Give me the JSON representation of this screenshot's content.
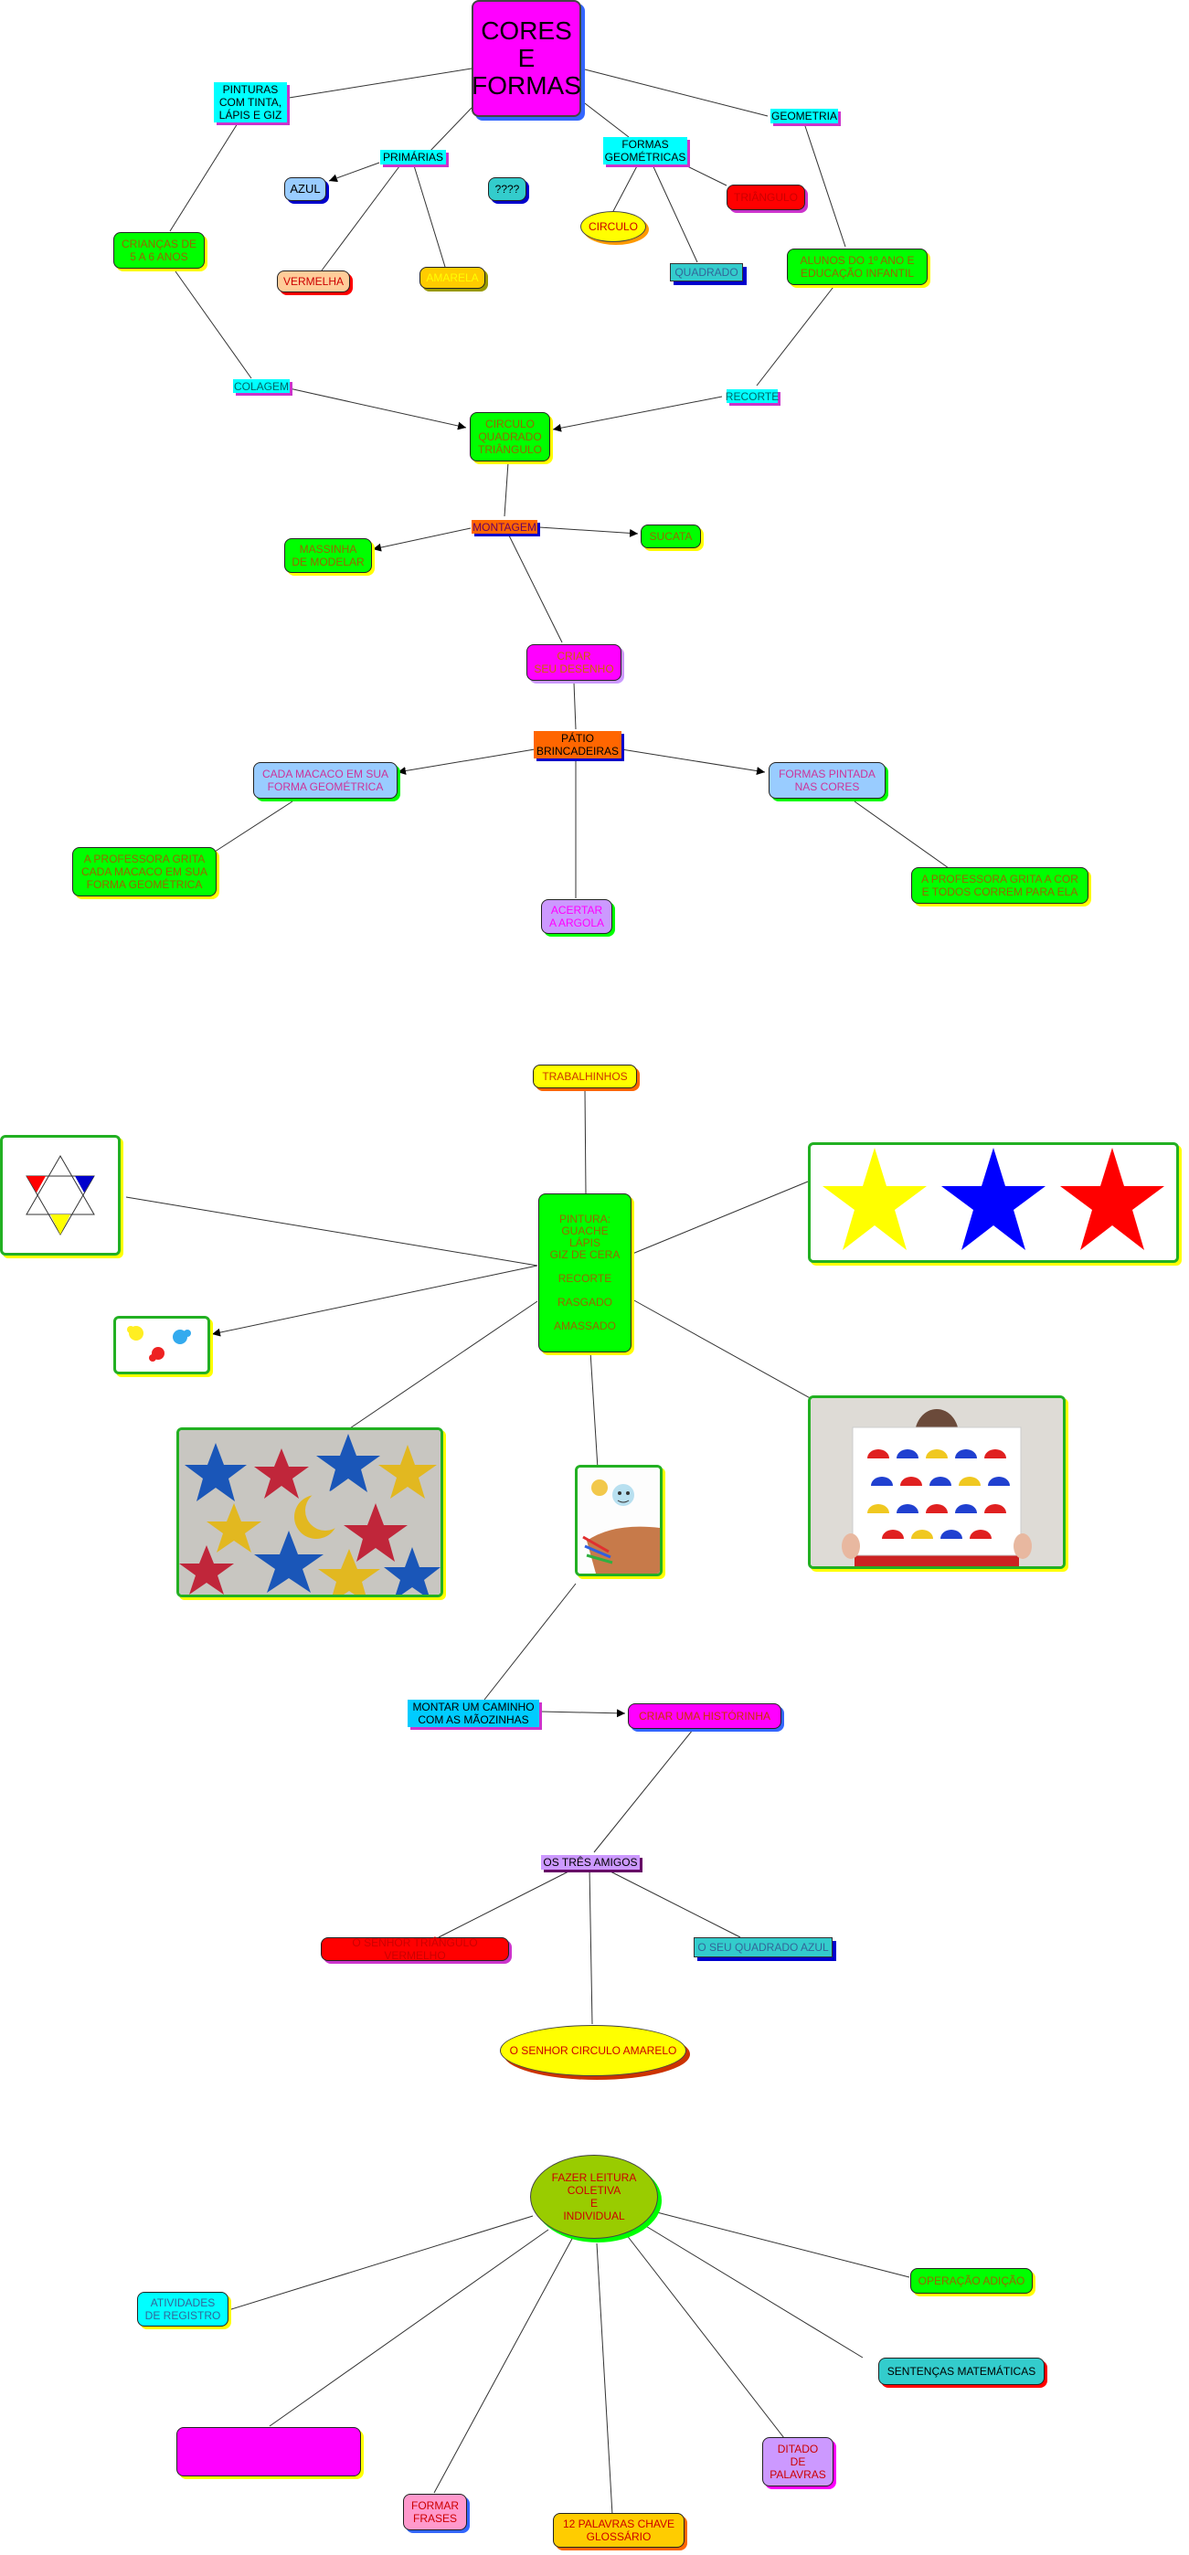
{
  "map1": {
    "title": "CORES\nE\nFORMAS",
    "pinturas": "PINTURAS\nCOM TINTA,\nLÁPIS E GIZ",
    "geometria": "GEOMETRIA",
    "primarias": "PRIMÁRIAS",
    "formas_geo": "FORMAS\nGEOMÉTRICAS",
    "azul": "AZUL",
    "interrog": "????",
    "triangulo": "TRIÂNGULO",
    "circulo": "CIRCULO",
    "criancas": "CRIANÇAS DE\n5 A 6 ANOS",
    "vermelha": "VERMELHA",
    "amarela": "AMARELA",
    "quadrado": "QUADRADO",
    "alunos": "ALUNOS DO 1º ANO E\nEDUCAÇÃO INFANTIL",
    "colagem": "COLAGEM",
    "recorte": "RECORTE",
    "cqt": "CIRCULO\nQUADRADO\nTRIÂNGULO",
    "montagem": "MONTAGEM",
    "massinha": "MASSINHA\nDE MODELAR",
    "sucata": "SUCATA",
    "criar": "CRIAR\nSEU DESENHO",
    "patio": "PÁTIO\nBRINCADEIRAS",
    "cada_macaco": "CADA MACACO EM SUA\nFORMA GEOMÉTRICA",
    "formas_pintada": "FORMAS PINTADA\nNAS CORES",
    "professora1": "A PROFESSORA GRITA\nCADA MACACO EM SUA\nFORMA GEOMÉTRICA",
    "acertar": "ACERTAR\nA ARGOLA",
    "professora2": "A PROFESSORA GRITA A COR\nE TODOS CORREM PARA ELA"
  },
  "map2": {
    "trabalhinhos": "TRABALHINHOS",
    "pintura": "PINTURA:\nGUACHE\nLÁPIS\nGIZ DE CERA\n\nRECORTE\n\nRASGADO\n\nAMASSADO",
    "montar": "MONTAR UM CAMINHO\nCOM AS MÃOZINHAS",
    "criar_historinha": "CRIAR UMA HISTÓRINHA",
    "tres_amigos": "OS TRÊS AMIGOS",
    "senhor_triangulo": "O SENHOR TRIÂNGULO VERMELHO",
    "quadrado_azul": "O SEU QUADRADO AZUL",
    "circulo_amarelo": "O SENHOR CIRCULO AMARELO"
  },
  "map3": {
    "fazer_leitura": "FAZER LEITURA\nCOLETIVA\nE\nINDIVIDUAL",
    "atividades": "ATIVIDADES\nDE REGISTRO",
    "operacao": "OPERAÇÃO ADIÇÃO",
    "sentencas": "SENTENÇAS MATEMÁTICAS",
    "ditado": "DITADO\nDE\nPALAVRAS",
    "formar": "FORMAR\nFRASES",
    "palavras_chave": "12 PALAVRAS CHAVE\nGLOSSÁRIO",
    "magenta_box": ""
  },
  "images": {
    "hexagram_icon": "triangle-star-icon",
    "stars_row_icon": "stars-row-icon",
    "paint_splash_icon": "paint-splash-icon",
    "paper_stars_icon": "paper-stars-icon",
    "child_drawing_icon": "child-drawing-icon",
    "umbrella_art_icon": "umbrella-art-icon"
  },
  "colors": {
    "green": "#00ff00",
    "magenta": "#ff00ff",
    "cyan": "#00ffff",
    "yellow": "#ffff00",
    "red": "#ff0000",
    "orange": "#ff6600",
    "light_blue": "#99ccff",
    "teal": "#33cccc",
    "violet": "#cc99ff",
    "gold": "#ffcc00",
    "olive_green": "#99cc00",
    "pink": "#ff99cc",
    "peach": "#ffcc99"
  }
}
